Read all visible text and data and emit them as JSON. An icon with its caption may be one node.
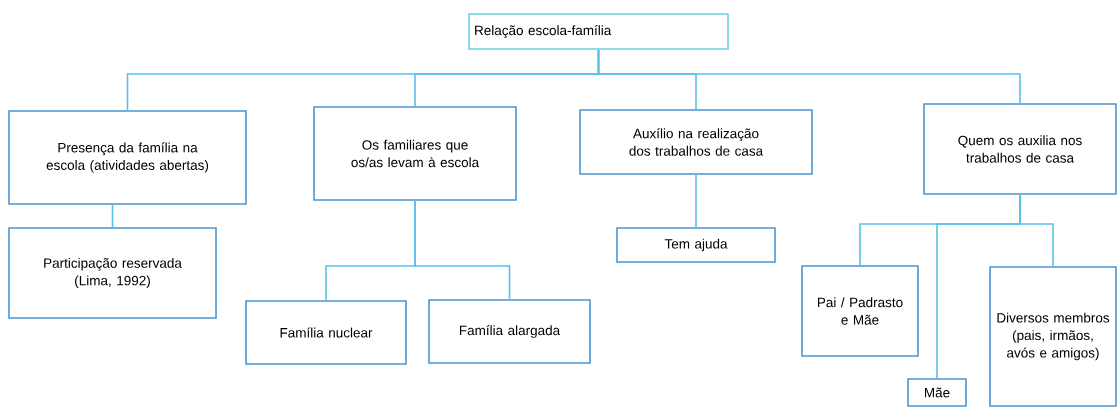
{
  "diagram": {
    "nodes": [
      {
        "text": [
          "Relação escola-família"
        ]
      },
      {
        "text": [
          "Presença da família na escola (atividades abertas)"
        ]
      },
      {
        "text": [
          "Os familiares que os/as levam à escola"
        ]
      },
      {
        "text": [
          "Auxílio na realização dos trabalhos de casa"
        ]
      },
      {
        "text": [
          "Quem os auxilia nos trabalhos de casa"
        ]
      },
      {
        "text": [
          "Participação reservada (Lima, 1992)"
        ]
      },
      {
        "text": [
          "Família nuclear"
        ]
      },
      {
        "text": [
          "Família alargada"
        ]
      },
      {
        "text": [
          "Tem ajuda"
        ]
      },
      {
        "text": [
          "Pai / Padrasto e Mãe"
        ]
      },
      {
        "text": [
          "Mãe"
        ]
      },
      {
        "text": [
          "Diversos membros (pais, irmãos, avós e amigos)"
        ]
      }
    ],
    "edges": [
      {
        "from": 0,
        "to": 1,
        "arrow": "none"
      },
      {
        "from": 0,
        "to": 2,
        "arrow": "none"
      },
      {
        "from": 0,
        "to": 3,
        "arrow": "none"
      },
      {
        "from": 0,
        "to": 4,
        "arrow": "none"
      },
      {
        "from": 1,
        "to": 5,
        "arrow": "none"
      },
      {
        "from": 2,
        "to": 6,
        "arrow": "none"
      },
      {
        "from": 2,
        "to": 7,
        "arrow": "none"
      },
      {
        "from": 3,
        "to": 8,
        "arrow": "none"
      },
      {
        "from": 4,
        "to": 9,
        "arrow": "none"
      },
      {
        "from": 4,
        "to": 10,
        "arrow": "none"
      },
      {
        "from": 4,
        "to": 11,
        "arrow": "none"
      }
    ]
  }
}
